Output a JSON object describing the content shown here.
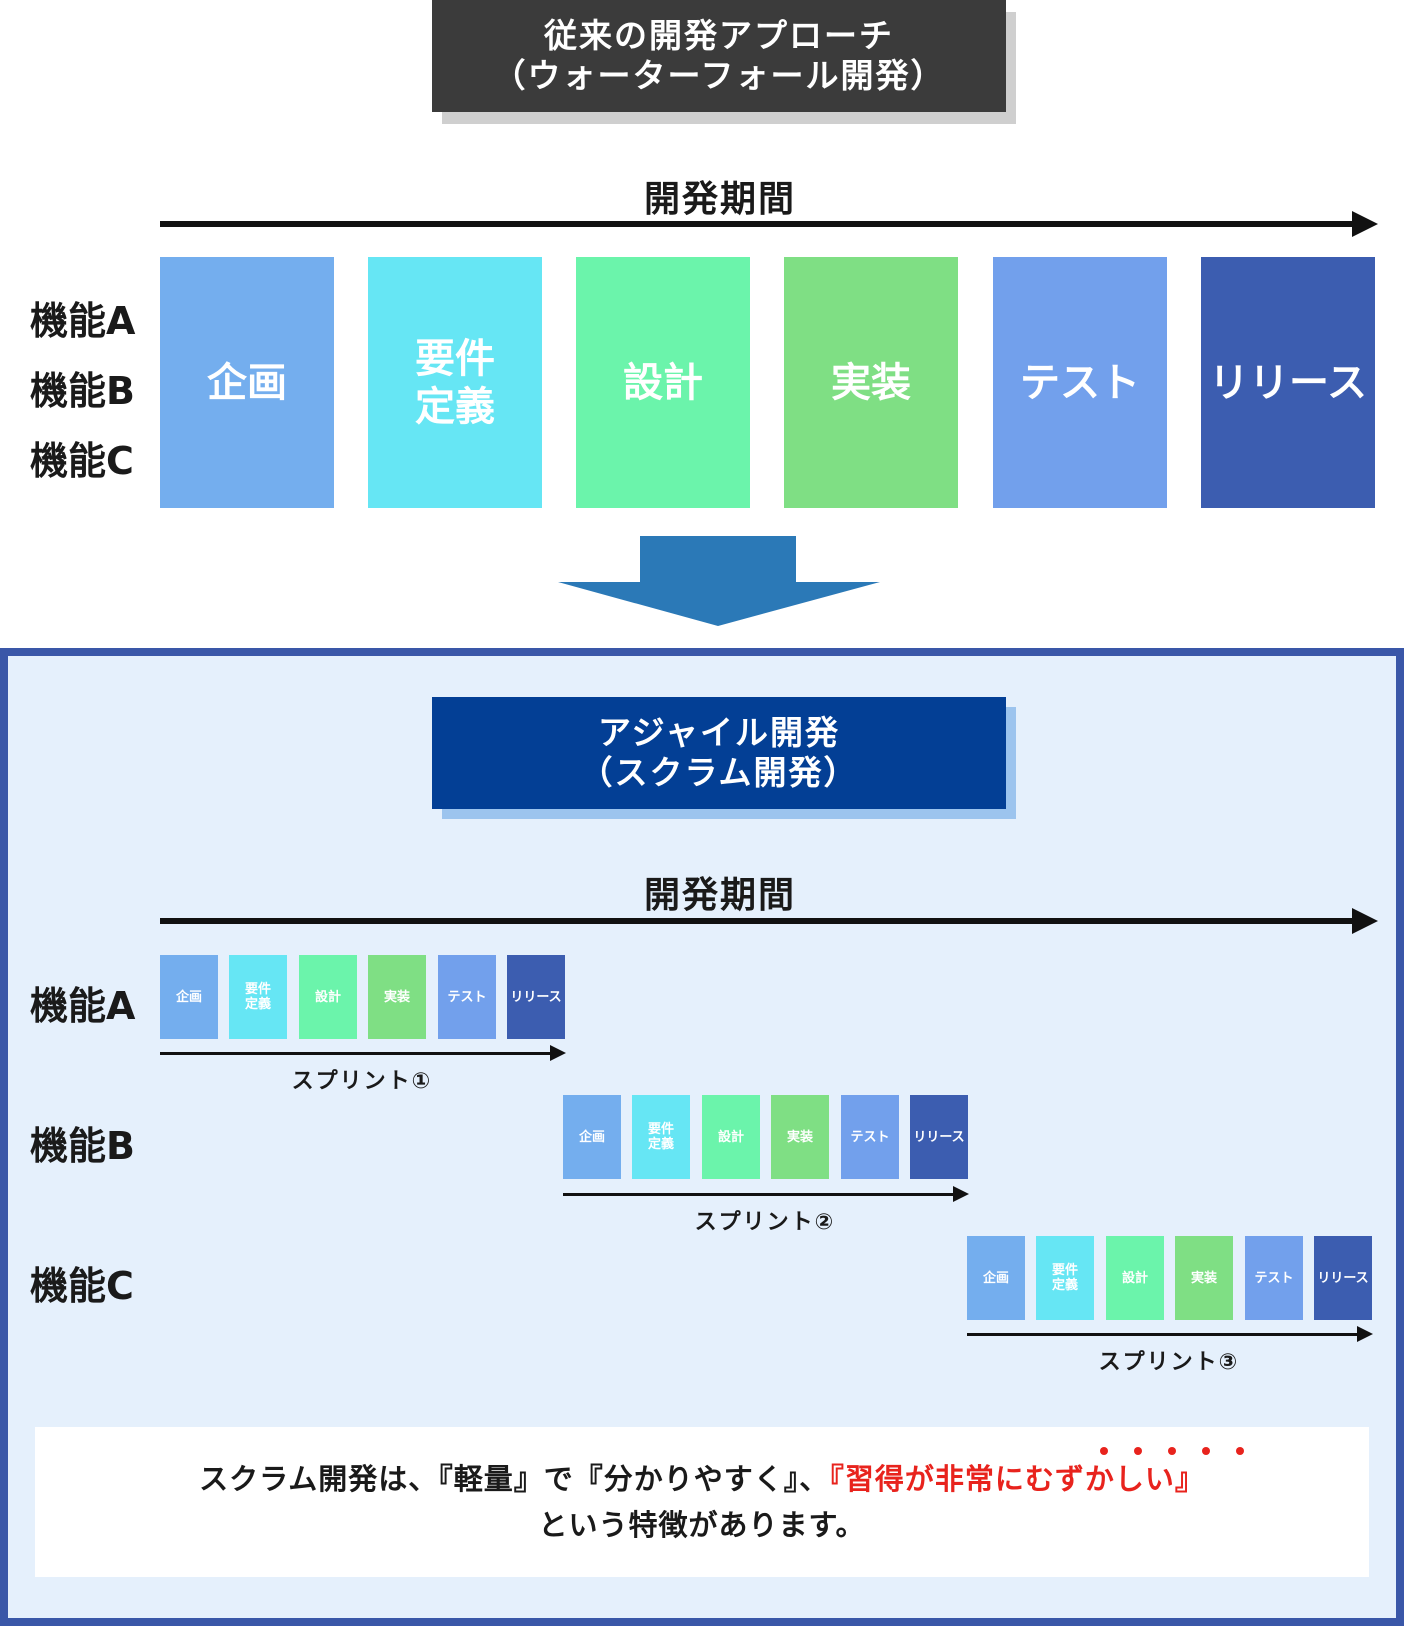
{
  "waterfall": {
    "title_line1": "従来の開発アプローチ",
    "title_line2": "（ウォーターフォール開発）",
    "period_label": "開発期間",
    "features": [
      "機能A",
      "機能B",
      "機能C"
    ],
    "phases": [
      {
        "line1": "企画",
        "line2": "",
        "color": "#74aeee"
      },
      {
        "line1": "要件",
        "line2": "定義",
        "color": "#66e6f4"
      },
      {
        "line1": "設計",
        "line2": "",
        "color": "#6bf4ab"
      },
      {
        "line1": "実装",
        "line2": "",
        "color": "#7fdf84"
      },
      {
        "line1": "テスト",
        "line2": "",
        "color": "#72a0ec"
      },
      {
        "line1": "リリース",
        "line2": "",
        "color": "#3c5db0"
      }
    ]
  },
  "agile": {
    "title_line1": "アジャイル開発",
    "title_line2": "（スクラム開発）",
    "period_label": "開発期間",
    "sprints": [
      {
        "feature": "機能A",
        "label": "スプリント①"
      },
      {
        "feature": "機能B",
        "label": "スプリント②"
      },
      {
        "feature": "機能C",
        "label": "スプリント③"
      }
    ]
  },
  "note": {
    "line1_prefix": "スクラム開発は、『軽量』で『分かりやすく』、",
    "line1_emphasis": "『習得が非常にむずかしい』",
    "line2": "という特徴があります。"
  },
  "colors": {
    "waterfall_title_bg": "#3b3b3b",
    "waterfall_title_shadow": "#cfcfcf",
    "agile_title_bg": "#033f95",
    "agile_title_shadow": "#9cc4ee",
    "down_arrow": "#2b79b7",
    "panel_border": "#3a57a8",
    "panel_bg": "#e5f0fc",
    "emphasis": "#e8231d"
  }
}
